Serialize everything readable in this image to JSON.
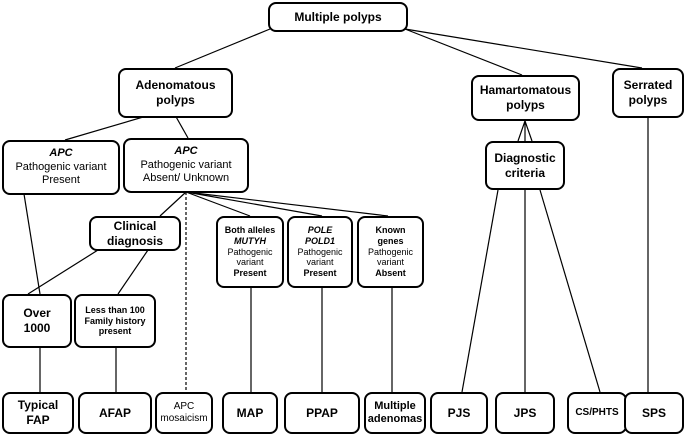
{
  "nodes": {
    "multiple_polyps": [
      "Multiple polyps"
    ],
    "adenomatous": [
      "Adenomatous",
      "polyps"
    ],
    "hamartomatous": [
      "Hamartomatous",
      "polyps"
    ],
    "serrated": [
      "Serrated",
      "polyps"
    ],
    "apc_present": [
      "APC",
      "Pathogenic variant",
      "Present"
    ],
    "apc_absent": [
      "APC",
      "Pathogenic variant",
      "Absent/ Unknown"
    ],
    "clinical": [
      "Clinical",
      "diagnosis"
    ],
    "over1000": [
      "Over",
      "1000"
    ],
    "lt100": [
      "Less than 100",
      "Family history",
      "present"
    ],
    "mutyh": [
      "Both alleles",
      "MUTYH",
      "Pathogenic",
      "variant",
      "Present"
    ],
    "pole": [
      "POLE",
      "POLD1",
      "Pathogenic",
      "variant",
      "Present"
    ],
    "known": [
      "Known",
      "genes",
      "Pathogenic",
      "variant",
      "Absent"
    ],
    "diagnostic": [
      "Diagnostic",
      "criteria"
    ],
    "typical_fap": [
      "Typical",
      "FAP"
    ],
    "afap": [
      "AFAP"
    ],
    "apc_mosaicism": [
      "APC",
      "mosaicism"
    ],
    "map": [
      "MAP"
    ],
    "ppap": [
      "PPAP"
    ],
    "multiple_adenomas": [
      "Multiple",
      "adenomas"
    ],
    "pjs": [
      "PJS"
    ],
    "jps": [
      "JPS"
    ],
    "cs_phts": [
      "CS/PHTS"
    ],
    "sps": [
      "SPS"
    ]
  }
}
